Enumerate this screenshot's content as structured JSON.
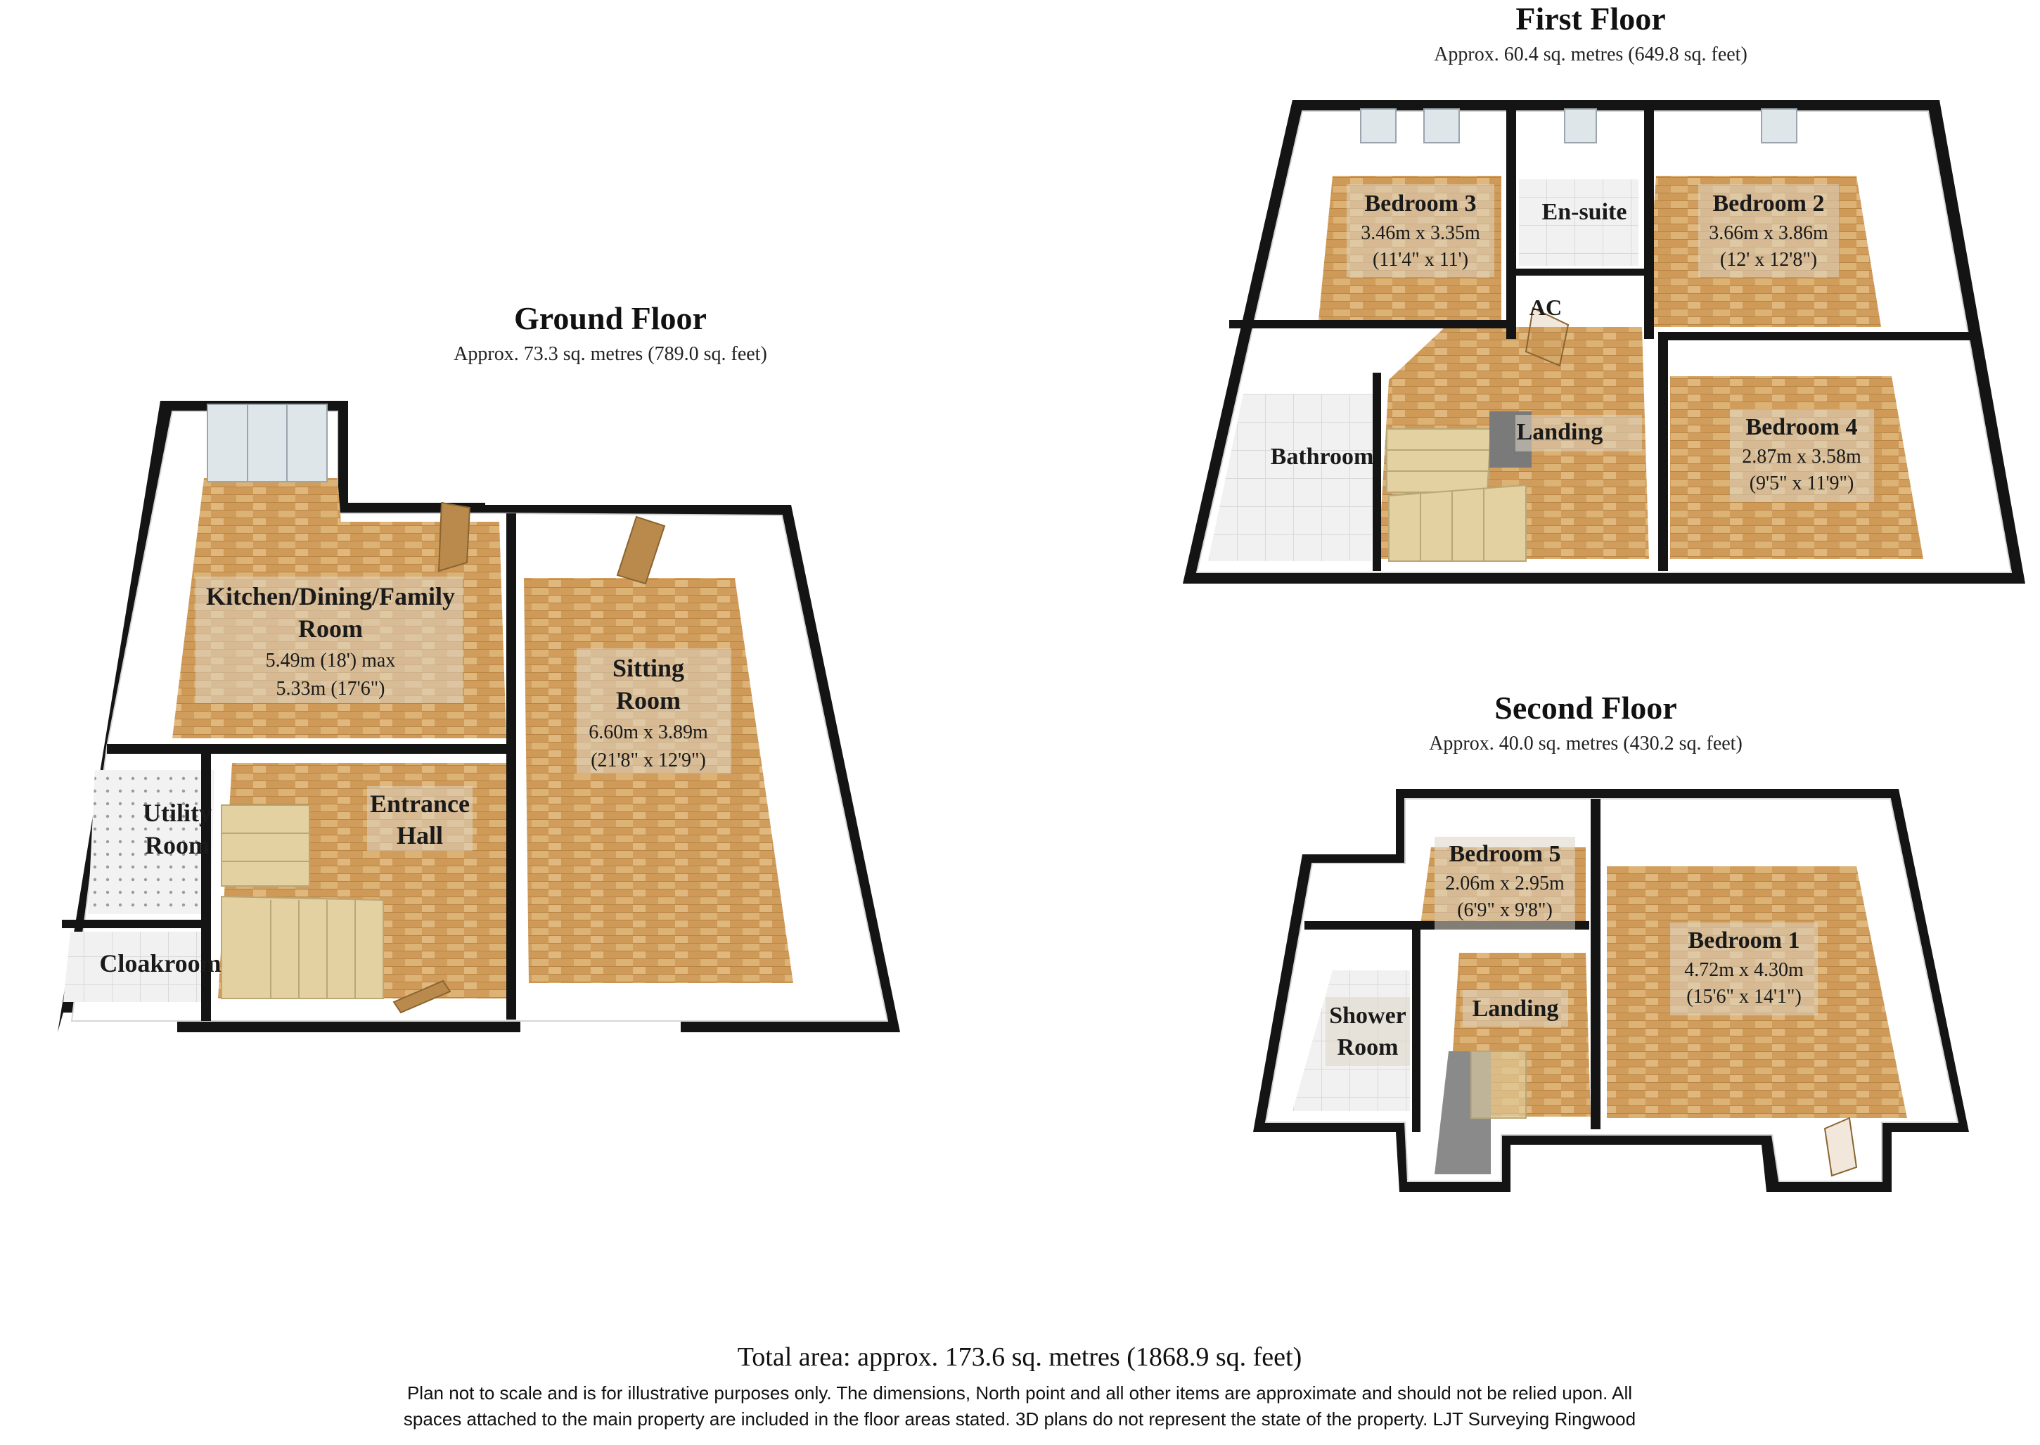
{
  "ground_floor": {
    "title": "Ground Floor",
    "area": "Approx.  73.3 sq. metres (789.0 sq. feet)",
    "rooms": [
      {
        "name": "Kitchen/Dining/Family",
        "name2": "Room",
        "dim1": "5.49m (18') max",
        "dim2": "5.33m (17'6\")"
      },
      {
        "name": "Sitting",
        "name2": "Room",
        "dim1": "6.60m x 3.89m",
        "dim2": "(21'8\" x 12'9\")"
      },
      {
        "name": "Entrance",
        "name2": "Hall"
      },
      {
        "name": "Utility",
        "name2": "Room"
      },
      {
        "name": "Cloakroom"
      }
    ]
  },
  "first_floor": {
    "title": "First Floor",
    "area": "Approx.  60.4 sq. metres (649.8 sq. feet)",
    "rooms": [
      {
        "name": "Bedroom 3",
        "dim1": "3.46m x 3.35m",
        "dim2": "(11'4\" x 11')"
      },
      {
        "name": "En-suite"
      },
      {
        "name": "Bedroom 2",
        "dim1": "3.66m x 3.86m",
        "dim2": "(12' x 12'8\")"
      },
      {
        "name": "AC"
      },
      {
        "name": "Bathroom"
      },
      {
        "name": "Landing"
      },
      {
        "name": "Bedroom 4",
        "dim1": "2.87m x 3.58m",
        "dim2": "(9'5\" x 11'9\")"
      }
    ]
  },
  "second_floor": {
    "title": "Second Floor",
    "area": "Approx.  40.0 sq. metres (430.2 sq. feet)",
    "rooms": [
      {
        "name": "Bedroom 5",
        "dim1": "2.06m x 2.95m",
        "dim2": "(6'9\" x 9'8\")"
      },
      {
        "name": "Bedroom 1",
        "dim1": "4.72m x 4.30m",
        "dim2": "(15'6\" x 14'1\")"
      },
      {
        "name": "Landing"
      },
      {
        "name": "Shower",
        "name2": "Room"
      }
    ]
  },
  "footer": {
    "total": "Total area: approx. 173.6 sq. metres (1868.9 sq. feet)",
    "disclaimer1": "Plan not to scale and is for illustrative purposes only. The dimensions, North point and all other items are approximate and should not be relied upon. All",
    "disclaimer2": "spaces attached to the main property are included in the floor areas stated. 3D plans do not represent the state of the property. LJT Surveying Ringwood"
  }
}
